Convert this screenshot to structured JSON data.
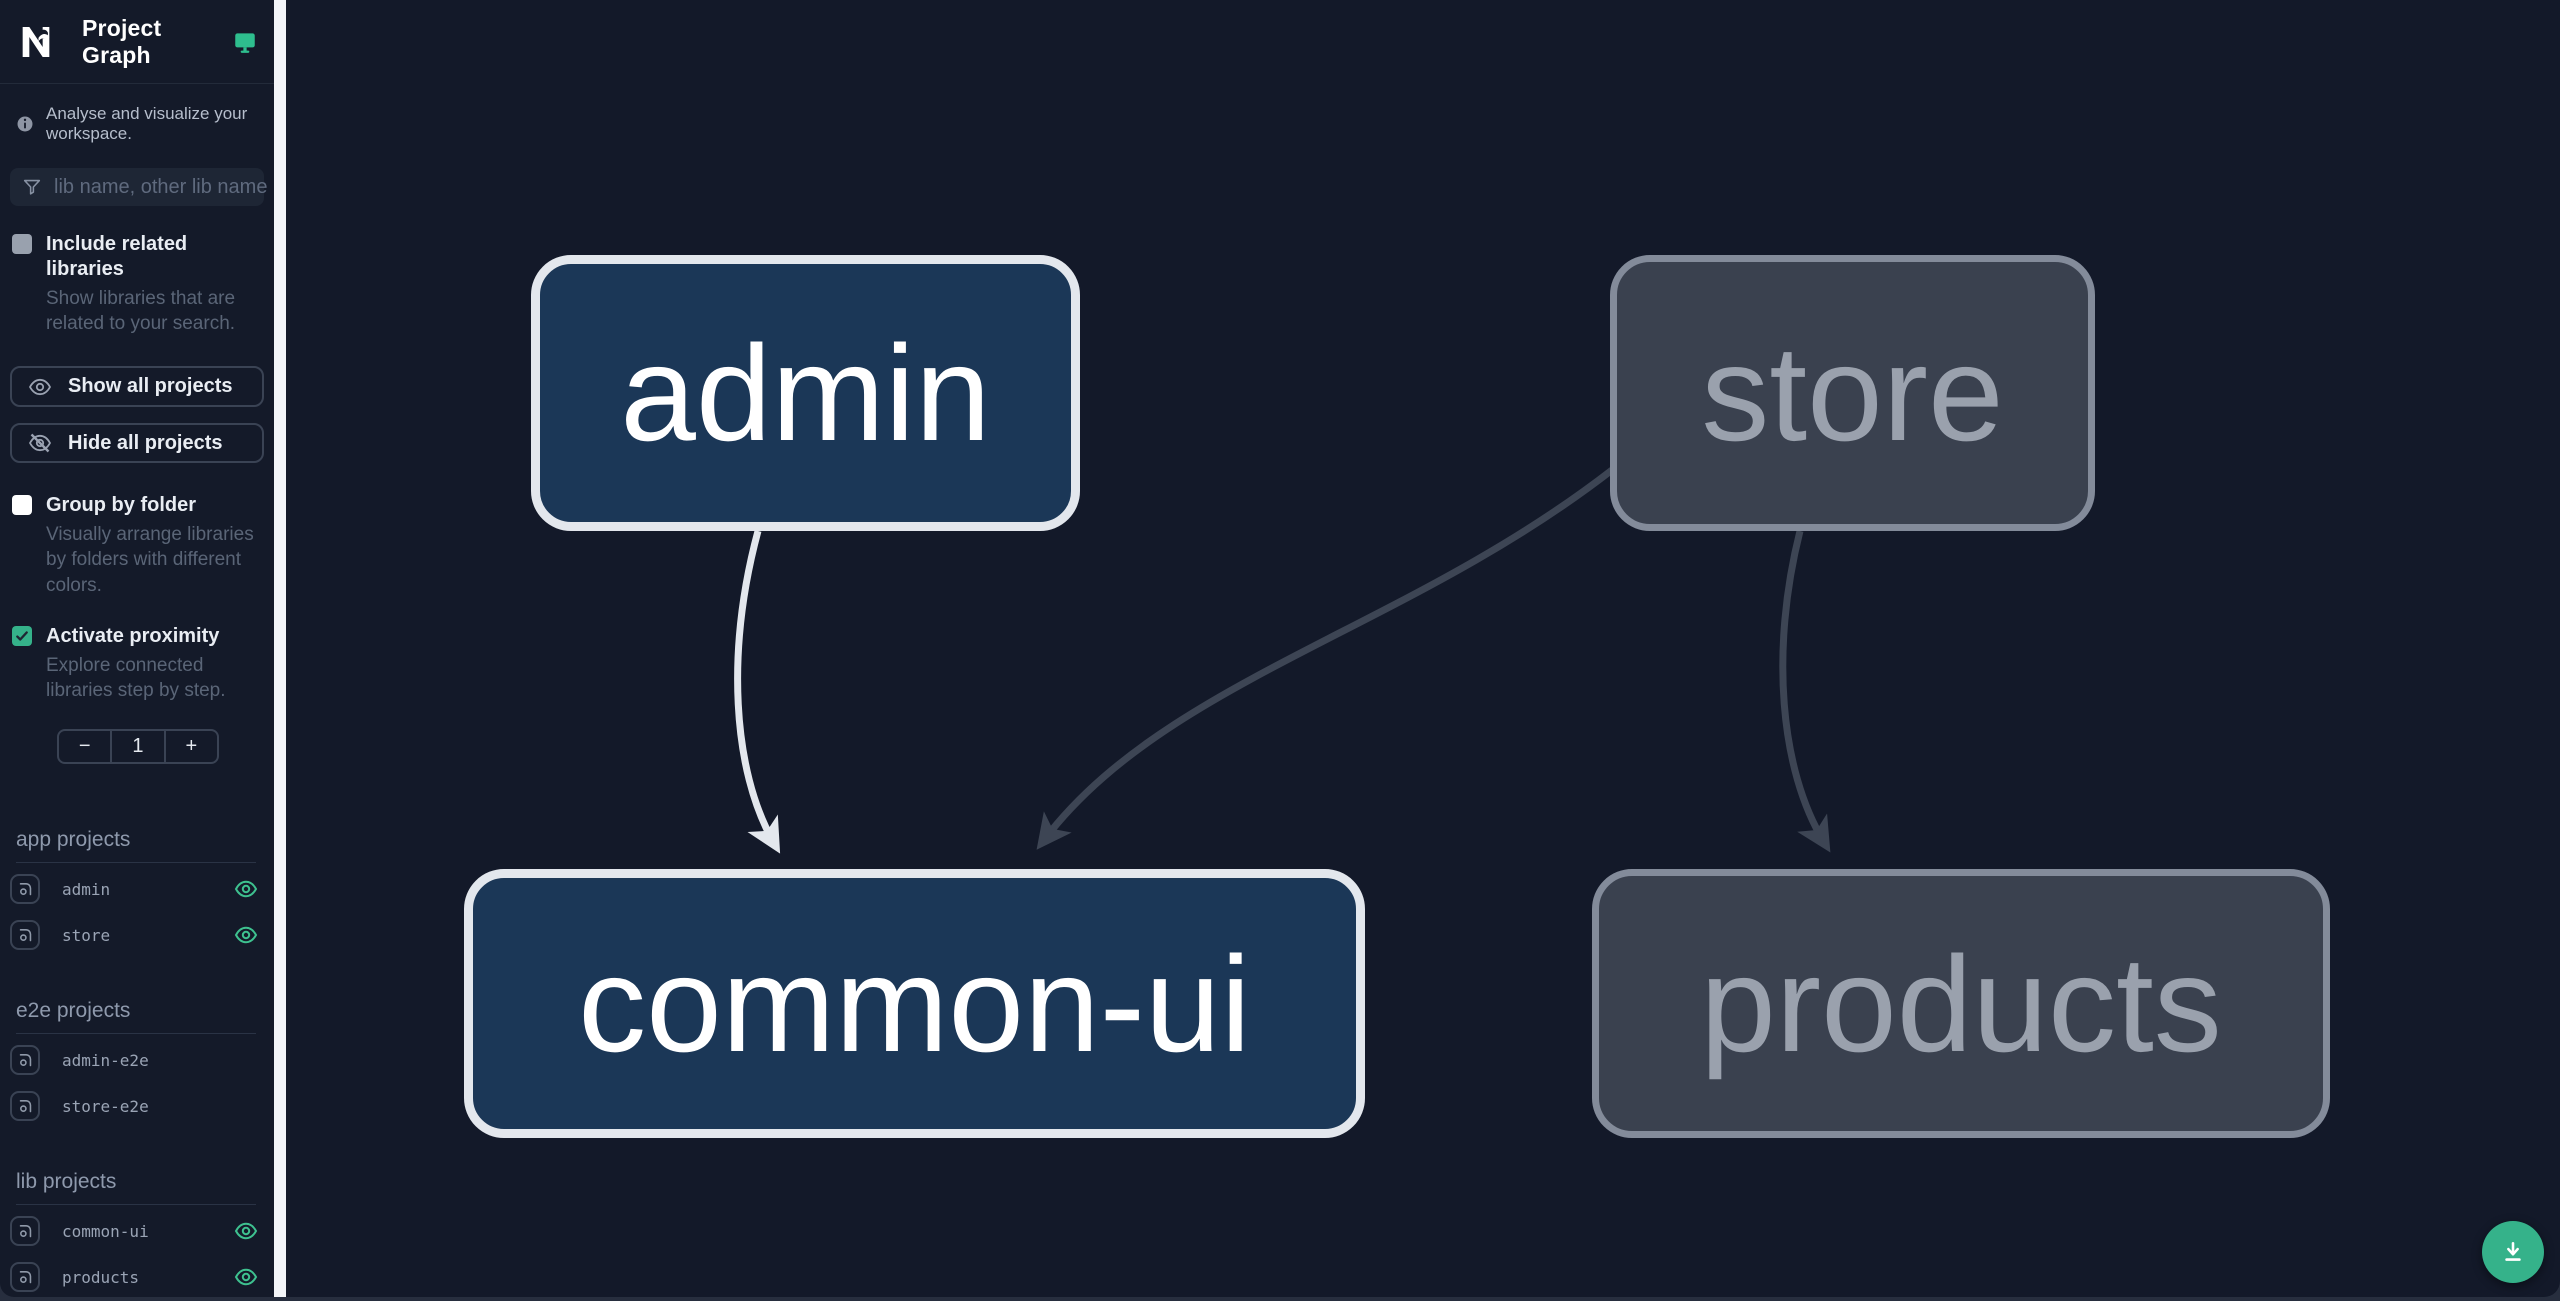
{
  "header": {
    "title": "Project Graph"
  },
  "tagline": "Analyse and visualize your workspace.",
  "search": {
    "placeholder": "lib name, other lib name"
  },
  "options": {
    "include_related": {
      "label": "Include related libraries",
      "description": "Show libraries that are related to your search.",
      "checked": false
    },
    "group_by_folder": {
      "label": "Group by folder",
      "description": "Visually arrange libraries by folders with different colors.",
      "checked": false
    },
    "activate_proximity": {
      "label": "Activate proximity",
      "description": "Explore connected libraries step by step.",
      "checked": true
    }
  },
  "actions": {
    "show_all": "Show all projects",
    "hide_all": "Hide all projects"
  },
  "proximity_stepper": {
    "decrement": "−",
    "value": "1",
    "increment": "+"
  },
  "sections": [
    {
      "label": "app projects",
      "items": [
        {
          "name": "admin",
          "visible": true
        },
        {
          "name": "store",
          "visible": true
        }
      ]
    },
    {
      "label": "e2e projects",
      "items": [
        {
          "name": "admin-e2e",
          "visible": false
        },
        {
          "name": "store-e2e",
          "visible": false
        }
      ]
    },
    {
      "label": "lib projects",
      "items": [
        {
          "name": "common-ui",
          "visible": true
        },
        {
          "name": "products",
          "visible": true
        }
      ]
    }
  ],
  "graph": {
    "nodes": [
      {
        "label": "admin",
        "state": "focused"
      },
      {
        "label": "store",
        "state": "faded"
      },
      {
        "label": "common-ui",
        "state": "focused"
      },
      {
        "label": "products",
        "state": "faded"
      }
    ],
    "edges": [
      {
        "from": "admin",
        "to": "common-ui",
        "state": "highlighted"
      },
      {
        "from": "store",
        "to": "common-ui",
        "state": "faded"
      },
      {
        "from": "store",
        "to": "products",
        "state": "faded"
      }
    ]
  },
  "colors": {
    "accent": "#35B28A",
    "eye_icon": "#3EC18F",
    "node_focused_bg": "#1B3757",
    "node_focused_border": "#E3E7ED",
    "node_faded_bg": "#3A414F",
    "node_faded_border": "#838B9A",
    "edge_highlighted": "#E3E7ED",
    "edge_faded": "#3D4554",
    "sidebar_bg": "#141A29",
    "canvas_bg": "#131929"
  }
}
